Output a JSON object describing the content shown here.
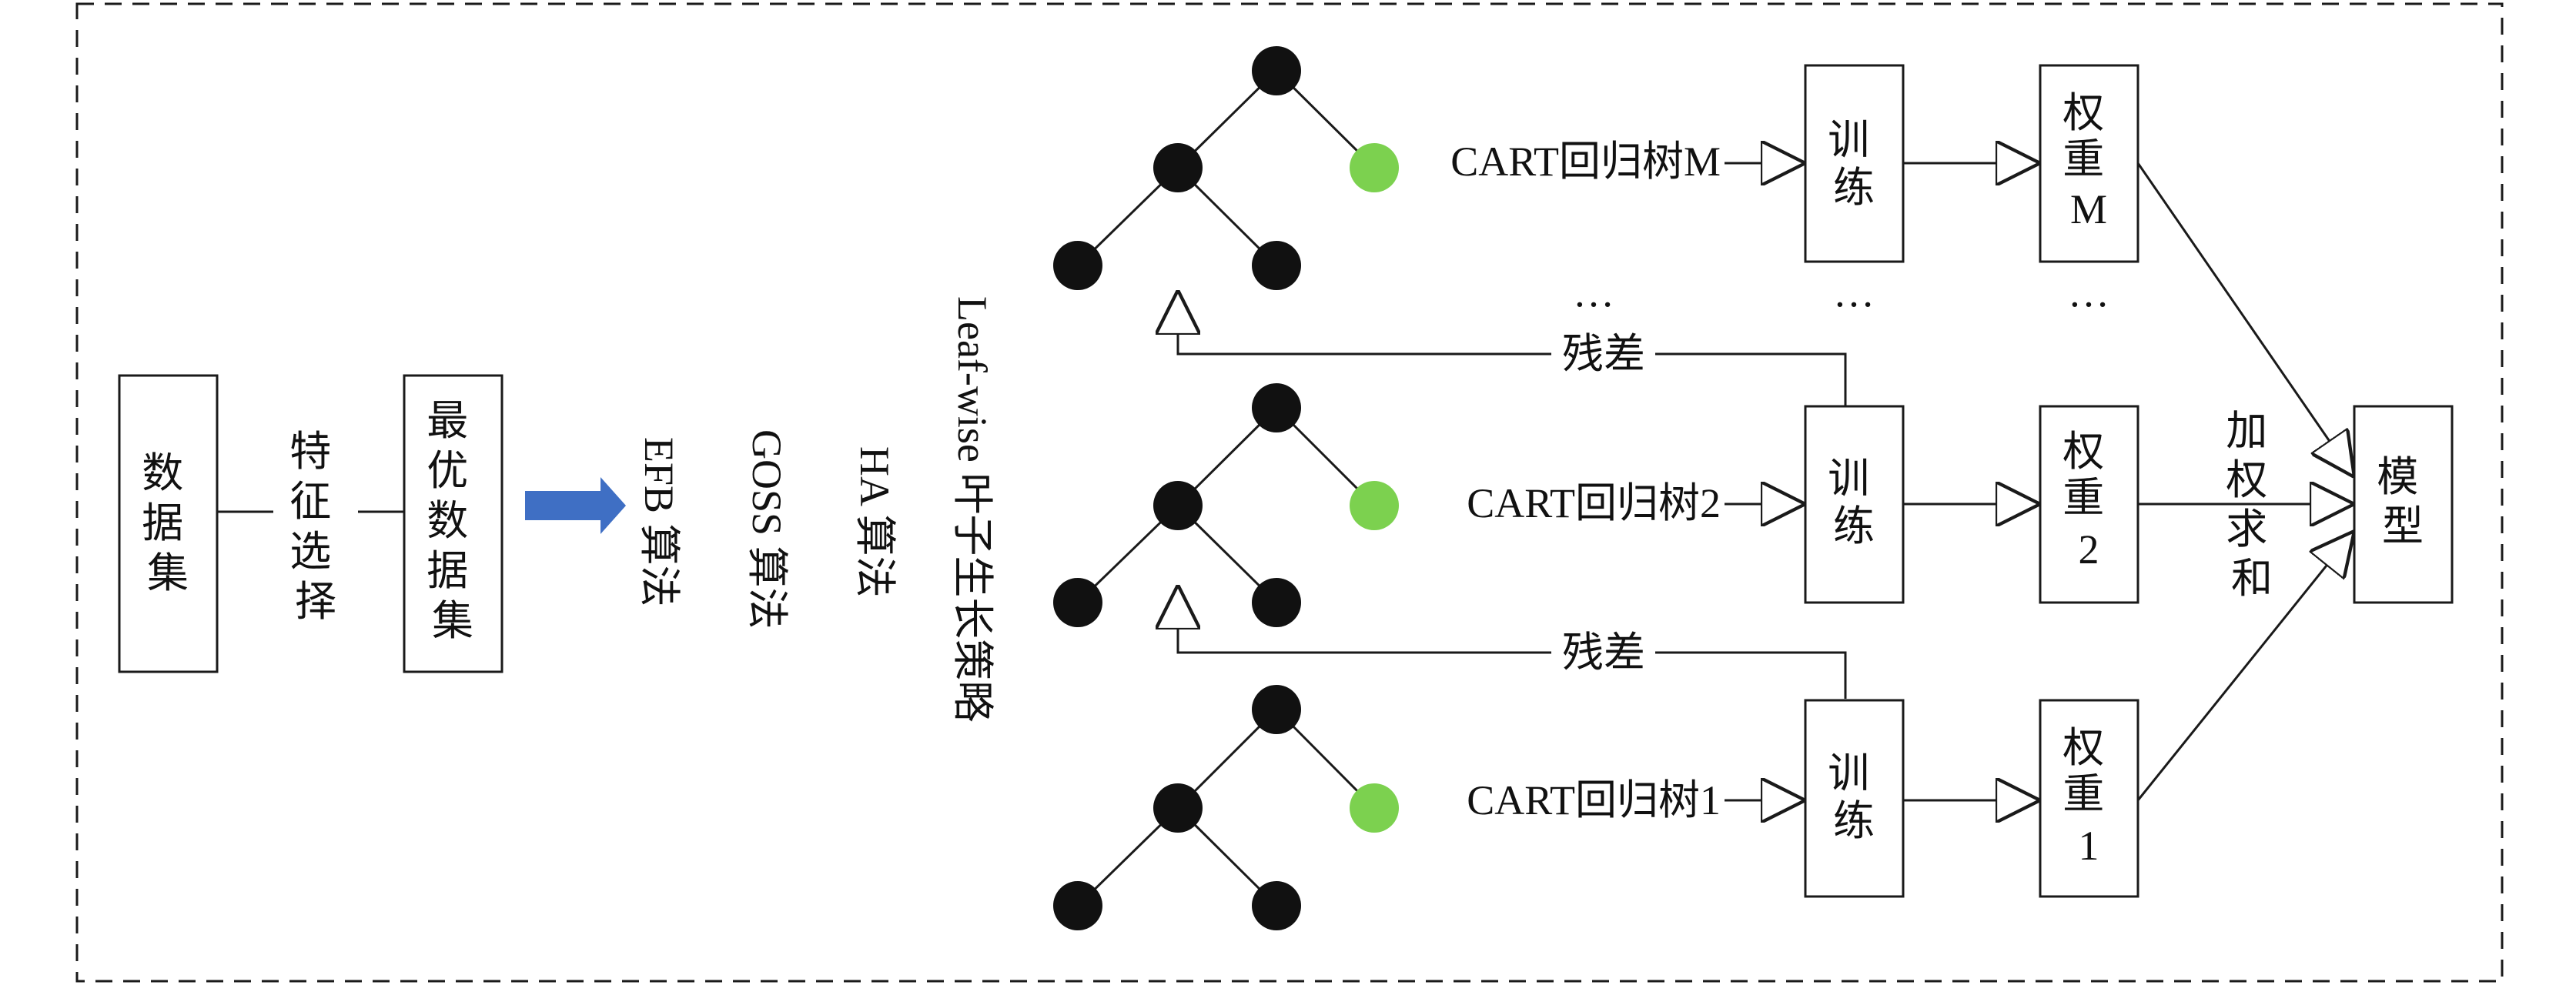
{
  "pipeline": {
    "dataset_lines": [
      "数",
      "据",
      "集"
    ],
    "feature_selection_lines": [
      "特",
      "征",
      "选",
      "择"
    ],
    "optimal_dataset_lines": [
      "最",
      "优",
      "数",
      "据",
      "集"
    ],
    "algorithms": [
      {
        "text": "EFB 算法"
      },
      {
        "text": "GOSS 算法"
      },
      {
        "text": "HA 算法"
      },
      {
        "text": "Leaf-wise 叶子生长策略"
      }
    ]
  },
  "trees": [
    {
      "label": "CART回归树M",
      "train_lines": [
        "训",
        "练"
      ],
      "weight_lines": [
        "权",
        "重",
        "M"
      ]
    },
    {
      "label": "CART回归树2",
      "train_lines": [
        "训",
        "练"
      ],
      "weight_lines": [
        "权",
        "重",
        "2"
      ]
    },
    {
      "label": "CART回归树1",
      "train_lines": [
        "训",
        "练"
      ],
      "weight_lines": [
        "权",
        "重",
        "1"
      ]
    }
  ],
  "ellipsis": "…",
  "residual_label": "残差",
  "weighted_sum_lines": [
    "加",
    "权",
    "求",
    "和"
  ],
  "model_lines": [
    "模",
    "型"
  ],
  "colors": {
    "stroke": "#1a1a1a",
    "node_fill": "#111111",
    "leaf_highlight": "#7cd14f",
    "arrow_blue": "#3f6fc4"
  }
}
